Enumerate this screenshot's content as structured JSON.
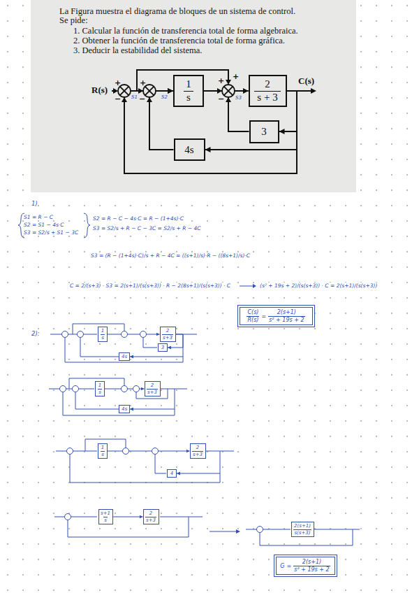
{
  "diagram": {
    "title": "La Figura muestra el diagrama de bloques de un sistema de control.",
    "nodes": [
      {
        "text": [
          "1",
          "s"
        ]
      },
      {
        "text": [
          "2",
          "s + 3"
        ]
      },
      {
        "text": [
          "3"
        ]
      },
      {
        "text": [
          "4s"
        ]
      },
      {
        "text": [
          "C(s)",
          "R(s)",
          "=",
          "2(s+1)",
          "s² + 19s + 2"
        ]
      },
      {
        "text": [
          "1",
          "s"
        ]
      },
      {
        "text": [
          "2",
          "s+3"
        ]
      },
      {
        "text": [
          "3"
        ]
      },
      {
        "text": [
          "4s"
        ]
      },
      {
        "text": [
          "1",
          "s"
        ]
      },
      {
        "text": [
          "2",
          "s+3"
        ]
      },
      {
        "text": [
          "4s"
        ]
      },
      {
        "text": [
          "1",
          "s"
        ]
      },
      {
        "text": [
          "2",
          "s+3"
        ]
      },
      {
        "text": [
          "4"
        ]
      },
      {
        "text": [
          "s+1",
          "s"
        ]
      },
      {
        "text": [
          "2",
          "s+3"
        ]
      },
      {
        "text": [
          "2(s+1)",
          "s(s+3)"
        ]
      },
      {
        "text": [
          "G",
          "=",
          "2(s+1)",
          "s² + 19s + 2"
        ]
      }
    ],
    "edges": [
      {
        "from": 0,
        "to": 1,
        "arrow": "to"
      },
      {
        "from": 1,
        "to": 2,
        "arrow": "to"
      },
      {
        "from": 2,
        "to": 1,
        "arrow": "to"
      },
      {
        "from": 1,
        "to": 3,
        "arrow": "to"
      },
      {
        "from": 3,
        "to": 0,
        "arrow": "to"
      },
      {
        "from": 1,
        "to": 0,
        "arrow": "to"
      },
      {
        "from": 5,
        "to": 6,
        "arrow": "to"
      },
      {
        "from": 6,
        "to": 7,
        "arrow": "to"
      },
      {
        "from": 6,
        "to": 8,
        "arrow": "to"
      },
      {
        "from": 9,
        "to": 10,
        "arrow": "to"
      },
      {
        "from": 10,
        "to": 11,
        "arrow": "to"
      },
      {
        "from": 12,
        "to": 13,
        "arrow": "to"
      },
      {
        "from": 13,
        "to": 14,
        "arrow": "to"
      },
      {
        "from": 15,
        "to": 16,
        "arrow": "to"
      }
    ],
    "labels": [
      "Se pide:",
      "1. Calcular la función de transferencia total de forma algebraica.",
      "2. Obtener la función de transferencia total de forma gráfica.",
      "3. Deducir la estabilidad del sistema.",
      "R(s)",
      "+",
      "−",
      "S1",
      "+",
      "−",
      "S2",
      "+",
      "+",
      "−",
      "S3",
      "C(s)",
      "1)",
      "S1 = R − C",
      "S2 = S1 − 4s·C",
      "S3 = S2/s + S1 − 3C",
      "S2 = R − C − 4s·C = R − (1+4s)·C",
      "S3 = S2/s + R − C − 3C = S2/s + R − 4C",
      "S3 = (R − (1+4s)·C)/s + R − 4C = ((s+1)/s)·R − ((8s+1)/s)·C",
      "C = 2/(s+3) · S3 = 2(s+1)/(s(s+3)) · R − 2(8s+1)/(s(s+3)) · C",
      "(s² + 19s + 2)/(s(s+3)) · C = 2(s+1)/(s(s+3))",
      "2):"
    ]
  }
}
